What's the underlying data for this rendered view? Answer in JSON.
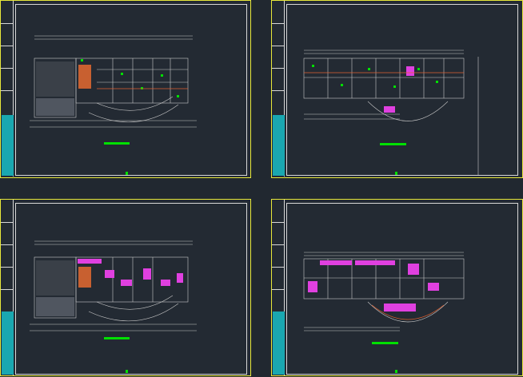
{
  "colors": {
    "background": "#232a33",
    "sheet_border": "#e8e83a",
    "frame": "#d8d8d8",
    "title_block": "#1aa7b0",
    "wall": "#c8c8c8",
    "highlight": "#00e000",
    "furniture": "#e040e0",
    "accent": "#e06030"
  },
  "sheets": [
    {
      "id": "top-left",
      "plan": "plan-a"
    },
    {
      "id": "top-right",
      "plan": "plan-b"
    },
    {
      "id": "bottom-left",
      "plan": "plan-a-furnished"
    },
    {
      "id": "bottom-right",
      "plan": "plan-b-furnished"
    }
  ]
}
